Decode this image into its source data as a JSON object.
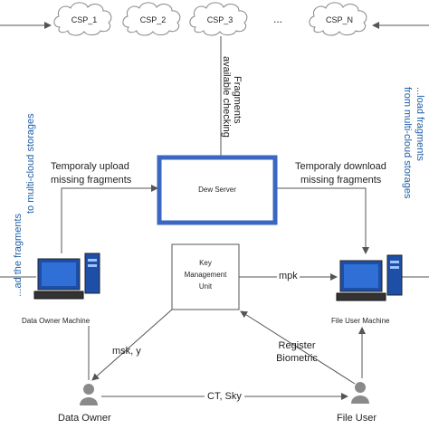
{
  "csps": [
    "CSP_1",
    "CSP_2",
    "CSP_3",
    "CSP_N"
  ],
  "csp_ellipsis": "...",
  "fragments_checking": [
    "Fragments",
    "available checking"
  ],
  "upload_label": [
    "Temporaly upload",
    "missing fragments"
  ],
  "download_label": [
    "Temporaly download",
    "missing fragments"
  ],
  "dew_server": "Dew Server",
  "kmu": [
    "Key",
    "Management",
    "Unit"
  ],
  "mpk": "mpk",
  "msk_y": "msk, y",
  "register": [
    "Register",
    "Biometric"
  ],
  "ct_sky": "CT, Sky",
  "data_owner_machine": "Data Owner Machine",
  "file_user_machine": "File User Machine",
  "data_owner": "Data Owner",
  "file_user": "File User",
  "left_side_text": [
    "...ad the fragments",
    "to multi-cloud storages"
  ],
  "right_side_text": [
    "...load fragments",
    "from multi-cloud storages"
  ],
  "colors": {
    "dew_border": "#3a67c2",
    "arrow": "#555555",
    "side_text": "#1f5fa8",
    "monitor": "#2a63c8"
  }
}
